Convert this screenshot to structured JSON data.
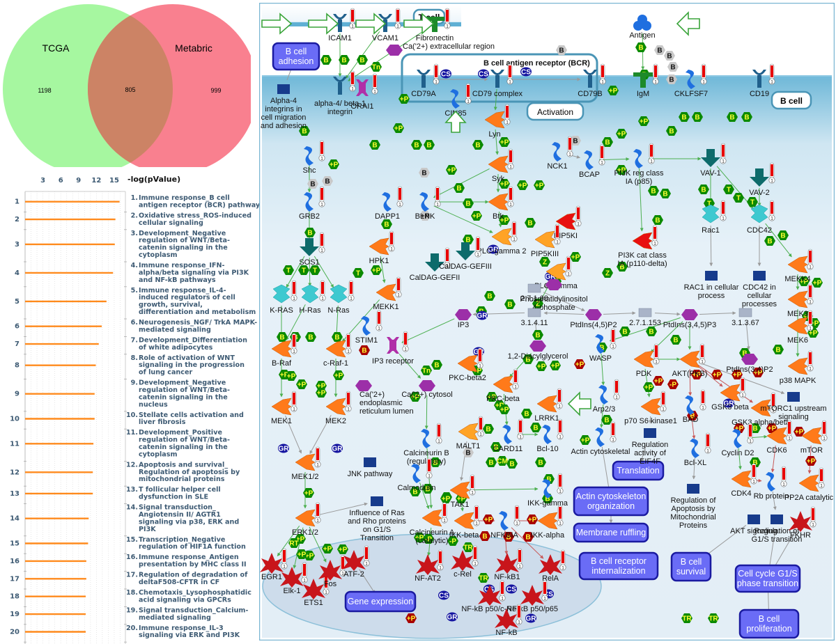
{
  "venn": {
    "sets": [
      {
        "name": "TCGA",
        "only_count": "1198",
        "color": "#a6f7a0"
      },
      {
        "name": "Metabric",
        "only_count": "999",
        "color": "#f9808f"
      }
    ],
    "intersection_count": "805",
    "intersection_color": "#cc8365"
  },
  "chart_data": {
    "type": "bar",
    "orientation": "horizontal",
    "xlabel": "-log(pValue)",
    "xticks": [
      "3",
      "6",
      "9",
      "12",
      "15"
    ],
    "xlim": [
      0,
      16.5
    ],
    "grid": true,
    "bar_color": "#ff8a1c",
    "categories": [
      "1",
      "2",
      "3",
      "4",
      "5",
      "6",
      "7",
      "8",
      "9",
      "10",
      "11",
      "12",
      "13",
      "14",
      "15",
      "16",
      "17",
      "18",
      "19",
      "20"
    ],
    "values": [
      15.9,
      15.2,
      15.1,
      14.8,
      13.7,
      12.9,
      12.4,
      11.9,
      11.7,
      11.7,
      11.5,
      11.4,
      11.4,
      10.7,
      10.6,
      10.3,
      10.3,
      10.2,
      10.2,
      10.2
    ],
    "pathways": [
      [
        "1.",
        "Immune response_B cell",
        "antigen receptor (BCR) pathway"
      ],
      [
        "2.",
        "Oxidative stress_ROS-induced",
        "cellular signaling"
      ],
      [
        "3.",
        "Development_Negative",
        "regulation of WNT/Beta-",
        "catenin signaling in the",
        "cytoplasm"
      ],
      [
        "4.",
        "Immune response_IFN-",
        "alpha/beta signaling via PI3K",
        "and NF-kB pathways"
      ],
      [
        "5.",
        "Immune response_IL-4-",
        "induced regulators of cell",
        "growth, survival,",
        "differentiation and metabolism"
      ],
      [
        "6.",
        "Neurogenesis_NGF/ TrkA MAPK-",
        "mediated signaling"
      ],
      [
        "7.",
        "Development_Differentiation",
        "of white adipocytes"
      ],
      [
        "8.",
        "Role of activation of WNT",
        "signaling in the progression",
        "of lung cancer"
      ],
      [
        "9.",
        "Development_Negative",
        "regulation of WNT/Beta-",
        "catenin signaling in the",
        "nucleus"
      ],
      [
        "10.",
        "Stellate cells activation and",
        "liver fibrosis"
      ],
      [
        "11.",
        "Development_Positive",
        "regulation of WNT/Beta-",
        "catenin signaling in the",
        "cytoplasm"
      ],
      [
        "12.",
        "Apoptosis and survival_",
        "Regulation of apoptosis by",
        "mitochondrial proteins"
      ],
      [
        "13.",
        "T follicular helper cell",
        "dysfunction in SLE"
      ],
      [
        "14.",
        "Signal transduction_",
        "Angiotensin II/ AGTR1",
        "signaling via p38, ERK and",
        "PI3K"
      ],
      [
        "15.",
        "Transcription_Negative",
        "regulation of HIF1A function"
      ],
      [
        "16.",
        "Immune response_Antigen",
        "presentation by MHC class II"
      ],
      [
        "17.",
        "Regulation of degradation of",
        "deltaF508-CFTR in CF"
      ],
      [
        "18.",
        "Chemotaxis_Lysophosphatidic",
        "acid signaling via GPCRs"
      ],
      [
        "19.",
        "Signal transduction_Calcium-",
        "mediated signaling"
      ],
      [
        "20.",
        "Immune response_IL-3",
        "signaling via ERK and PI3K"
      ]
    ]
  },
  "map": {
    "compartments": {
      "t_cell": "T cell",
      "b_cell": "B cell",
      "bcr": "B cell antigen receptor (BCR)",
      "activation": "Activation"
    },
    "thermometer_value": "1",
    "colors": {
      "kinase": "#ff7a1a",
      "receptor": "#1f5f8b",
      "protein": "#1f6fe0",
      "tf": "#c8151b",
      "process": "#6a6cf6",
      "process_border": "#1a1aa0",
      "hex_green": "#0b8a00",
      "hex_red": "#a80000",
      "hex_grey": "#c8c8c8",
      "hex_blue": "#1414a0",
      "compound": "#9c2fa8",
      "therm": "#e80000"
    },
    "nodes": [
      {
        "id": "icam1",
        "label": "ICAM1",
        "type": "receptor"
      },
      {
        "id": "vcam1",
        "label": "VCAM1",
        "type": "receptor"
      },
      {
        "id": "fibronectin",
        "label": "Fibronectin",
        "type": "ligand"
      },
      {
        "id": "antigen",
        "label": "Antigen",
        "type": "antigen"
      },
      {
        "id": "ca_extra",
        "label": "Ca('2+) extracellular region",
        "type": "compound"
      },
      {
        "id": "alpha4int",
        "label": "alpha-4/ beta-1 integrin",
        "type": "receptor"
      },
      {
        "id": "orai1",
        "label": "ORAI1",
        "type": "channel"
      },
      {
        "id": "cd79a",
        "label": "CD79A",
        "type": "receptor"
      },
      {
        "id": "cd79complex",
        "label": "CD79 complex",
        "type": "receptor"
      },
      {
        "id": "cd79b",
        "label": "CD79B",
        "type": "receptor"
      },
      {
        "id": "igm",
        "label": "IgM",
        "type": "ligand"
      },
      {
        "id": "cklfsf7",
        "label": "CKLFSF7",
        "type": "protein"
      },
      {
        "id": "cd19",
        "label": "CD19",
        "type": "receptor"
      },
      {
        "id": "cin85",
        "label": "CIN85",
        "type": "protein"
      },
      {
        "id": "lyn",
        "label": "Lyn",
        "type": "kinase"
      },
      {
        "id": "shc",
        "label": "Shc",
        "type": "protein"
      },
      {
        "id": "grb2",
        "label": "GRB2",
        "type": "protein"
      },
      {
        "id": "sos1",
        "label": "SOS1",
        "type": "gef"
      },
      {
        "id": "dapp1",
        "label": "DAPP1",
        "type": "protein"
      },
      {
        "id": "blnk",
        "label": "BLNK",
        "type": "protein"
      },
      {
        "id": "syk",
        "label": "Syk",
        "type": "kinase"
      },
      {
        "id": "btk",
        "label": "Btk",
        "type": "kinase"
      },
      {
        "id": "nck1",
        "label": "NCK1",
        "type": "protein"
      },
      {
        "id": "bcap",
        "label": "BCAP",
        "type": "protein"
      },
      {
        "id": "pi3kreg",
        "label": "PI3K reg class IA (p85)",
        "type": "protein"
      },
      {
        "id": "vav1",
        "label": "VAV-1",
        "type": "gef"
      },
      {
        "id": "vav2",
        "label": "VAV-2",
        "type": "gef"
      },
      {
        "id": "rac1",
        "label": "Rac1",
        "type": "gtpase"
      },
      {
        "id": "cdc42",
        "label": "CDC42",
        "type": "gtpase"
      },
      {
        "id": "pip5ki",
        "label": "PIP5KI",
        "type": "enzyme"
      },
      {
        "id": "pi3kcat",
        "label": "PI3K cat class IA (p110-delta)",
        "type": "enzyme"
      },
      {
        "id": "plcg2",
        "label": "PLC-gamma 2",
        "type": "lipase"
      },
      {
        "id": "pip5kiii",
        "label": "PIP5KIII",
        "type": "lipase"
      },
      {
        "id": "hpk1",
        "label": "HPK1",
        "type": "kinase"
      },
      {
        "id": "caldaggefii",
        "label": "CalDAG-GEFII",
        "type": "gef"
      },
      {
        "id": "caldaggefiii",
        "label": "CalDAG-GEFIII",
        "type": "gef"
      },
      {
        "id": "plcg",
        "label": "PLC-gamma",
        "type": "lipase"
      },
      {
        "id": "e27168",
        "label": "2.7.1.68",
        "type": "reaction"
      },
      {
        "id": "pi4p",
        "label": "Phosphatidylinositol 4-phosphate",
        "type": "compound"
      },
      {
        "id": "kras",
        "label": "K-RAS",
        "type": "gtpase"
      },
      {
        "id": "hras",
        "label": "H-Ras",
        "type": "gtpase"
      },
      {
        "id": "nras",
        "label": "N-Ras",
        "type": "gtpase"
      },
      {
        "id": "mekk1",
        "label": "MEKK1",
        "type": "kinase"
      },
      {
        "id": "ip3",
        "label": "IP3",
        "type": "compound"
      },
      {
        "id": "e31411",
        "label": "3.1.4.11",
        "type": "reaction"
      },
      {
        "id": "ptdins45",
        "label": "PtdIns(4,5)P2",
        "type": "compound"
      },
      {
        "id": "e271153",
        "label": "2.7.1.153",
        "type": "reaction"
      },
      {
        "id": "ptdins345",
        "label": "PtdIns(3,4,5)P3",
        "type": "compound"
      },
      {
        "id": "e31367",
        "label": "3.1.3.67",
        "type": "reaction"
      },
      {
        "id": "rac1proc",
        "label": "RAC1 in cellular process",
        "type": "pathway"
      },
      {
        "id": "cdc42proc",
        "label": "CDC42 in cellular processes",
        "type": "pathway"
      },
      {
        "id": "mekk4",
        "label": "MEKK4",
        "type": "kinase"
      },
      {
        "id": "mek3",
        "label": "MEK3",
        "type": "kinase"
      },
      {
        "id": "mek6",
        "label": "MEK6",
        "type": "kinase"
      },
      {
        "id": "p38",
        "label": "p38 MAPK",
        "type": "kinase"
      },
      {
        "id": "stim1",
        "label": "STIM1",
        "type": "protein"
      },
      {
        "id": "ip3r",
        "label": "IP3 receptor",
        "type": "channel"
      },
      {
        "id": "dag",
        "label": "1,2-Diacylglycerol",
        "type": "compound"
      },
      {
        "id": "braf",
        "label": "B-Raf",
        "type": "kinase"
      },
      {
        "id": "craf",
        "label": "c-Raf-1",
        "type": "kinase"
      },
      {
        "id": "pkcb2",
        "label": "PKC-beta2",
        "type": "kinase"
      },
      {
        "id": "pkcb",
        "label": "PKC-beta",
        "type": "kinase"
      },
      {
        "id": "wasp",
        "label": "WASP",
        "type": "protein"
      },
      {
        "id": "pdk",
        "label": "PDK",
        "type": "kinase"
      },
      {
        "id": "akt",
        "label": "AKT(PKB)",
        "type": "kinase"
      },
      {
        "id": "ptdins34",
        "label": "PtdIns(3,4)P2",
        "type": "compound"
      },
      {
        "id": "ca_er",
        "label": "Ca('2+) endoplasmic reticulum lumen",
        "type": "compound"
      },
      {
        "id": "ca_cyt",
        "label": "Ca('2+) cytosol",
        "type": "compound"
      },
      {
        "id": "mek1",
        "label": "MEK1",
        "type": "kinase"
      },
      {
        "id": "mek2",
        "label": "MEK2",
        "type": "kinase"
      },
      {
        "id": "lrrk1",
        "label": "LRRK1",
        "type": "kinase"
      },
      {
        "id": "arp23",
        "label": "Arp2/3",
        "type": "protein"
      },
      {
        "id": "p70s6k",
        "label": "p70 S6 kinase1",
        "type": "kinase"
      },
      {
        "id": "bad",
        "label": "BAD",
        "type": "protein"
      },
      {
        "id": "gsk3b",
        "label": "GSK3 beta",
        "type": "kinase"
      },
      {
        "id": "gsk3ab",
        "label": "GSK3 alpha/beta",
        "type": "kinase"
      },
      {
        "id": "mtorc1",
        "label": "mTORC1 upstream signaling",
        "type": "pathway"
      },
      {
        "id": "mek12",
        "label": "MEK1/2",
        "type": "kinase"
      },
      {
        "id": "jnk",
        "label": "JNK pathway",
        "type": "pathway"
      },
      {
        "id": "calcb",
        "label": "Calcineurin B (regulatory)",
        "type": "protein"
      },
      {
        "id": "malt1",
        "label": "MALT1",
        "type": "protease"
      },
      {
        "id": "card11",
        "label": "CARD11",
        "type": "protein"
      },
      {
        "id": "bcl10",
        "label": "Bcl-10",
        "type": "protein"
      },
      {
        "id": "actincyto",
        "label": "Actin cytoskeletal",
        "type": "protein"
      },
      {
        "id": "eif4f",
        "label": "Regulation activity of EIF4F",
        "type": "pathway"
      },
      {
        "id": "bclxl",
        "label": "Bcl-XL",
        "type": "protein"
      },
      {
        "id": "cyclind2",
        "label": "Cyclin D2",
        "type": "protein"
      },
      {
        "id": "cdk6",
        "label": "CDK6",
        "type": "kinase"
      },
      {
        "id": "mtor",
        "label": "mTOR",
        "type": "kinase"
      },
      {
        "id": "calmodulin",
        "label": "Calmodulin",
        "type": "protein"
      },
      {
        "id": "tak1",
        "label": "TAK1",
        "type": "kinase"
      },
      {
        "id": "ikkg",
        "label": "IKK-gamma",
        "type": "protein"
      },
      {
        "id": "cdk4",
        "label": "CDK4",
        "type": "kinase"
      },
      {
        "id": "rb",
        "label": "Rb protein",
        "type": "protein"
      },
      {
        "id": "pp2a",
        "label": "PP2A catalytic",
        "type": "phosphatase"
      },
      {
        "id": "erk12",
        "label": "ERK1/2",
        "type": "kinase"
      },
      {
        "id": "rasrho",
        "label": "Influence of Ras and Rho proteins on G1/S Transition",
        "type": "pathway"
      },
      {
        "id": "calca",
        "label": "Calcineurin A (catalytic)",
        "type": "phosphatase"
      },
      {
        "id": "ikkb",
        "label": "IKK-beta",
        "type": "kinase"
      },
      {
        "id": "nfkbia",
        "label": "NFKBIA",
        "type": "protein"
      },
      {
        "id": "ikka",
        "label": "IKK-alpha",
        "type": "kinase"
      },
      {
        "id": "apopmito",
        "label": "Regulation of Apoptosis by Mitochondrial Proteins",
        "type": "pathway"
      },
      {
        "id": "aktsig",
        "label": "AKT signaling",
        "type": "pathway"
      },
      {
        "id": "g1sreg",
        "label": "Regulation of G1/S transition",
        "type": "pathway"
      },
      {
        "id": "fkhr",
        "label": "FKHR",
        "type": "tf"
      },
      {
        "id": "egr1",
        "label": "EGR1",
        "type": "tf"
      },
      {
        "id": "elk1",
        "label": "Elk-1",
        "type": "tf"
      },
      {
        "id": "ets1",
        "label": "ETS1",
        "type": "tf"
      },
      {
        "id": "fos",
        "label": "Fos",
        "type": "tf"
      },
      {
        "id": "atf2",
        "label": "ATF-2",
        "type": "tf"
      },
      {
        "id": "nfat2",
        "label": "NF-AT2",
        "type": "tf"
      },
      {
        "id": "crel",
        "label": "c-Rel",
        "type": "tf"
      },
      {
        "id": "nfkb1",
        "label": "NF-kB1",
        "type": "tf"
      },
      {
        "id": "rela",
        "label": "RelA",
        "type": "tf"
      },
      {
        "id": "nfkbp50crel",
        "label": "NF-kB p50/c-Rel",
        "type": "tf"
      },
      {
        "id": "nfkbp50p65",
        "label": "NF-kB p50/p65",
        "type": "tf"
      },
      {
        "id": "nfkb",
        "label": "NF-kB",
        "type": "tf"
      },
      {
        "id": "alpha4proc",
        "label": "Alpha-4 integrins in cell migration and adhesion",
        "type": "pathway"
      }
    ],
    "processes": [
      {
        "id": "bcelladh",
        "label": [
          "B cell",
          "adhesion"
        ]
      },
      {
        "id": "translation",
        "label": [
          "Translation"
        ]
      },
      {
        "id": "actinorg",
        "label": [
          "Actin cytoskeleton",
          "organization"
        ]
      },
      {
        "id": "membruff",
        "label": [
          "Membrane ruffling"
        ]
      },
      {
        "id": "bcrint",
        "label": [
          "B cell receptor",
          "internalization"
        ]
      },
      {
        "id": "bcellsurv",
        "label": [
          "B cell",
          "survival"
        ]
      },
      {
        "id": "cellcycle",
        "label": [
          "Cell cycle G1/S",
          "phase transition"
        ]
      },
      {
        "id": "geneexp",
        "label": [
          "Gene expression"
        ]
      },
      {
        "id": "bcellprolif",
        "label": [
          "B cell",
          "proliferation"
        ]
      }
    ]
  }
}
